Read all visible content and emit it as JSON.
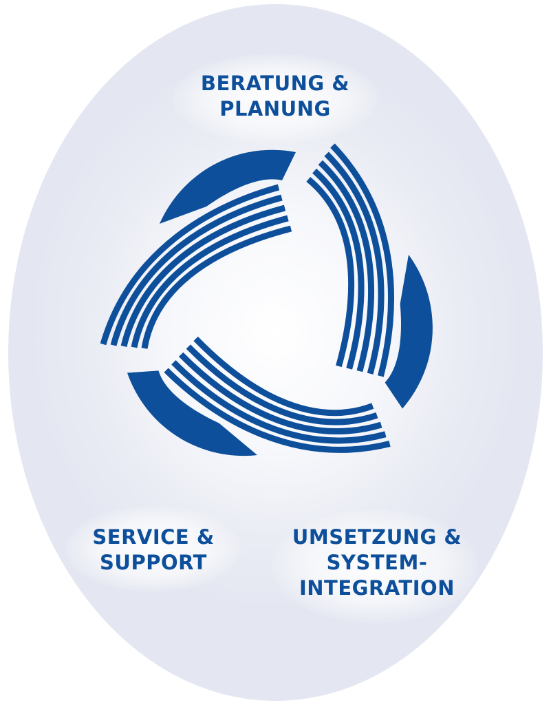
{
  "colors": {
    "brand_blue": "#0d4f9a",
    "oval_edge": "#e4e7f1",
    "oval_center": "#ffffff"
  },
  "logo": {
    "icon": "triple-stripe-ribbon-icon"
  },
  "labels": {
    "top": [
      "BERATUNG &",
      "PLANUNG"
    ],
    "bottom_left": [
      "SERVICE &",
      "SUPPORT"
    ],
    "bottom_right": [
      "UMSETZUNG &",
      "SYSTEM-",
      "INTEGRATION"
    ]
  }
}
